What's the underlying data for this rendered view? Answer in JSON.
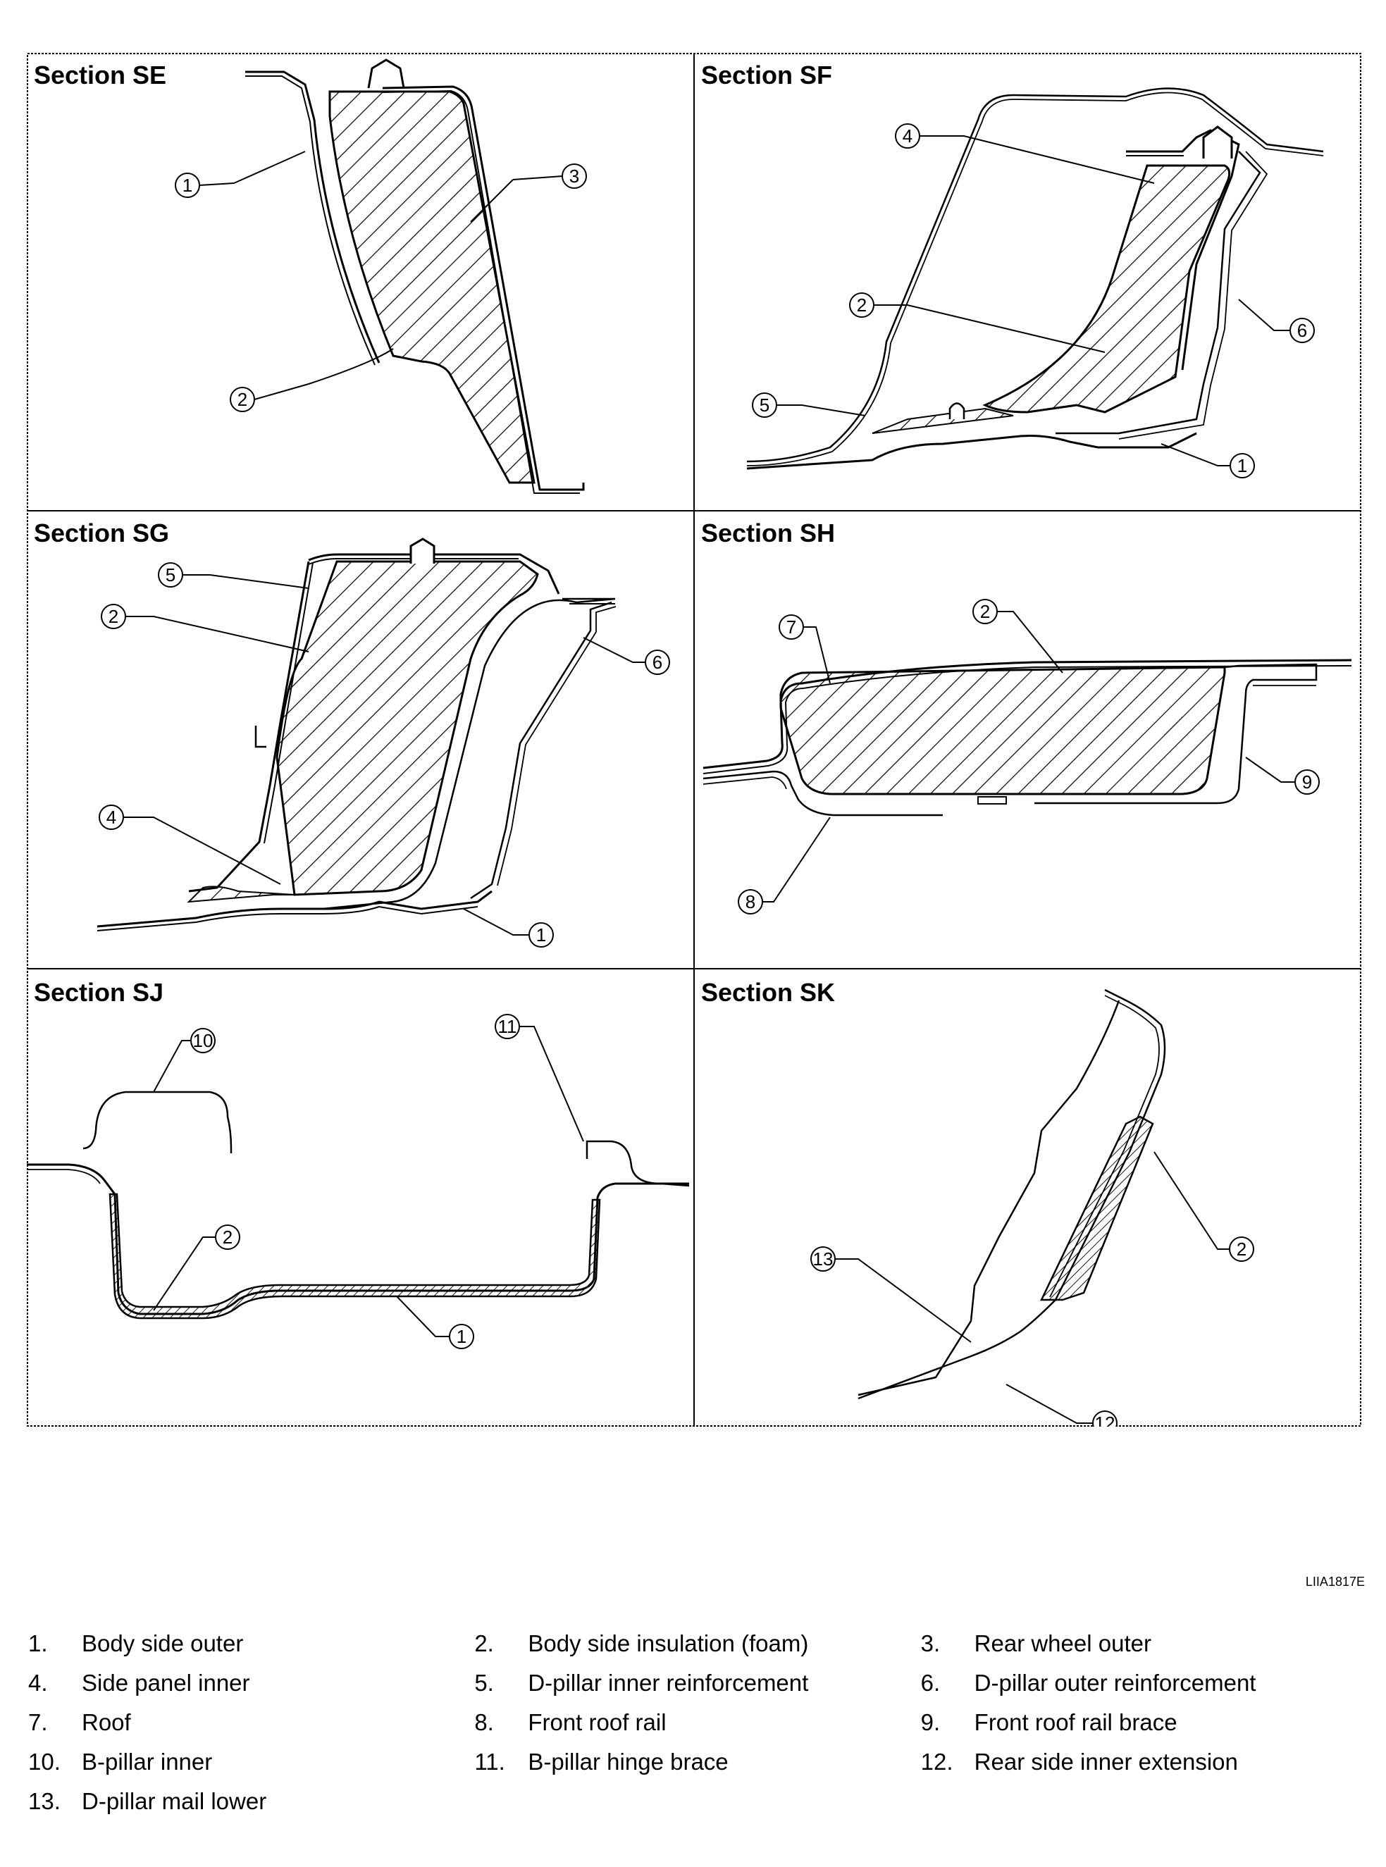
{
  "figure_code": "LIIA1817E",
  "sections": [
    {
      "id": "SE",
      "title": "Section SE",
      "callouts": [
        "1",
        "2",
        "3"
      ]
    },
    {
      "id": "SF",
      "title": "Section SF",
      "callouts": [
        "4",
        "2",
        "5",
        "6",
        "1"
      ]
    },
    {
      "id": "SG",
      "title": "Section SG",
      "callouts": [
        "5",
        "2",
        "6",
        "4",
        "1"
      ]
    },
    {
      "id": "SH",
      "title": "Section SH",
      "callouts": [
        "7",
        "2",
        "9",
        "8"
      ]
    },
    {
      "id": "SJ",
      "title": "Section SJ",
      "callouts": [
        "10",
        "11",
        "2",
        "1"
      ]
    },
    {
      "id": "SK",
      "title": "Section SK",
      "callouts": [
        "2",
        "13",
        "12"
      ]
    }
  ],
  "legend": [
    {
      "num": "1.",
      "label": "Body side outer"
    },
    {
      "num": "2.",
      "label": "Body side insulation (foam)"
    },
    {
      "num": "3.",
      "label": "Rear wheel outer"
    },
    {
      "num": "4.",
      "label": "Side panel inner"
    },
    {
      "num": "5.",
      "label": "D-pillar inner reinforcement"
    },
    {
      "num": "6.",
      "label": "D-pillar outer reinforcement"
    },
    {
      "num": "7.",
      "label": "Roof"
    },
    {
      "num": "8.",
      "label": "Front roof rail"
    },
    {
      "num": "9.",
      "label": "Front roof rail brace"
    },
    {
      "num": "10.",
      "label": "B-pillar inner"
    },
    {
      "num": "11.",
      "label": "B-pillar hinge brace"
    },
    {
      "num": "12.",
      "label": "Rear side inner extension"
    },
    {
      "num": "13.",
      "label": "D-pillar mail lower"
    }
  ]
}
